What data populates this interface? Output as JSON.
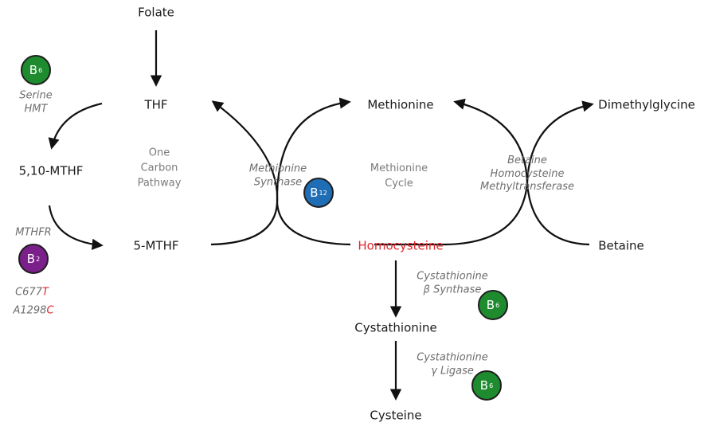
{
  "nodes": {
    "folate": "Folate",
    "thf": "THF",
    "mthf_510": "5,10-MTHF",
    "mthf_5": "5-MTHF",
    "methionine": "Methionine",
    "homocysteine": "Homocysteine",
    "dimethylglycine": "Dimethylglycine",
    "betaine": "Betaine",
    "cystathionine": "Cystathionine",
    "cysteine": "Cysteine"
  },
  "labels": {
    "serine": "Serine",
    "hmt": "HMT",
    "one": "One",
    "carbon": "Carbon",
    "pathway": "Pathway",
    "methionine_synthase_1": "Methionine",
    "methionine_synthase_2": "Synthase",
    "methionine_cycle_1": "Methionine",
    "methionine_cycle_2": "Cycle",
    "bhmt_1": "Betaine",
    "bhmt_2": "Homocysteine",
    "bhmt_3": "Methyltransferase",
    "mthfr": "MTHFR",
    "cbs_1": "Cystathionine",
    "cbs_2": "β Synthase",
    "cgl_1": "Cystathionine",
    "cgl_2": "γ Ligase"
  },
  "variants": {
    "c677t_prefix": "C677",
    "c677t_allele": "T",
    "a1298c_prefix": "A1298",
    "a1298c_allele": "C"
  },
  "badges": {
    "b6": {
      "letter": "B",
      "sub": "6"
    },
    "b2": {
      "letter": "B",
      "sub": "2"
    },
    "b12": {
      "letter": "B",
      "sub": "12"
    }
  },
  "colors": {
    "b6": "#1e8c2e",
    "b2": "#7b1f8a",
    "b12": "#1f6db5",
    "highlight": "#e0262b"
  }
}
